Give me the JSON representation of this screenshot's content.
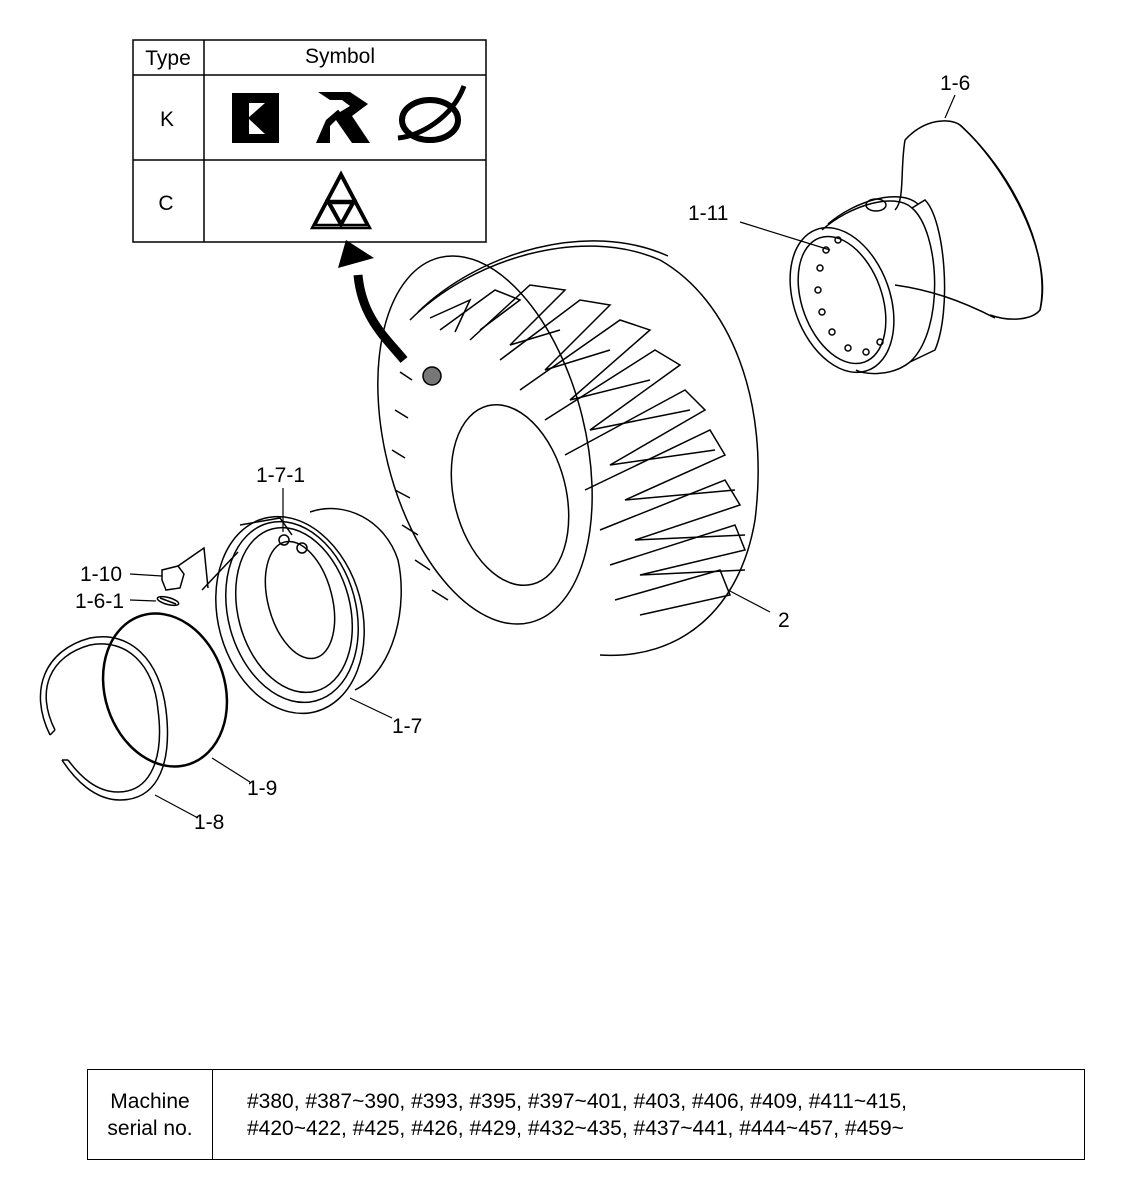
{
  "symbol_table": {
    "header_type": "Type",
    "header_symbol": "Symbol",
    "rows": [
      {
        "type": "K",
        "symbols": [
          "k-logo-icon",
          "r-logo-icon",
          "orbit-logo-icon"
        ]
      },
      {
        "type": "C",
        "symbols": [
          "triforce-triangle-icon"
        ]
      }
    ]
  },
  "callouts": {
    "c1_6": "1-6",
    "c1_11": "1-11",
    "c1_7_1": "1-7-1",
    "c1_10": "1-10",
    "c1_6_1": "1-6-1",
    "c2": "2",
    "c1_7": "1-7",
    "c1_9": "1-9",
    "c1_8": "1-8"
  },
  "serial_table": {
    "header_line1": "Machine",
    "header_line2": "serial no.",
    "line1": "#380, #387~390, #393, #395, #397~401, #403, #406, #409, #411~415,",
    "line2": "#420~422, #425, #426, #429, #432~435, #437~441, #444~457, #459~"
  }
}
